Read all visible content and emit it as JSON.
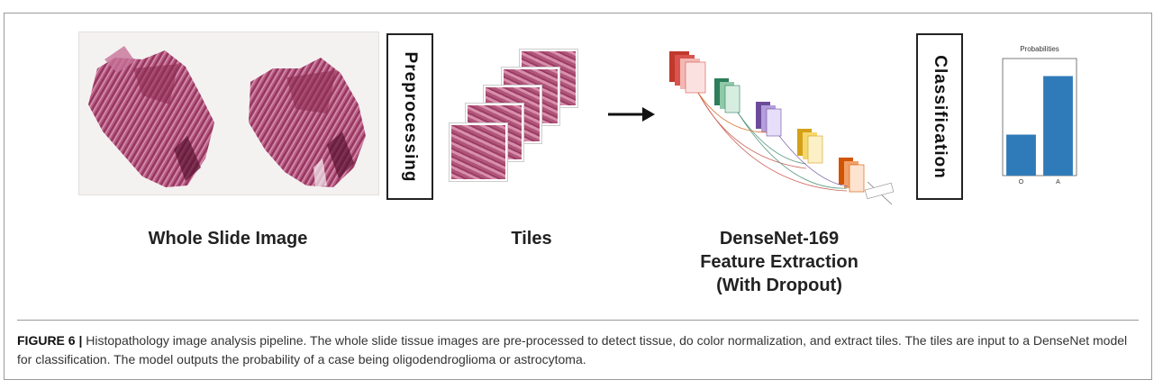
{
  "stages": {
    "wsi_label": "Whole Slide Image",
    "preprocessing_label": "Preprocessing",
    "tiles_label": "Tiles",
    "densenet_line1": "DenseNet-169",
    "densenet_line2": "Feature Extraction",
    "densenet_line3": "(With Dropout)",
    "classification_label": "Classification"
  },
  "chart_data": {
    "type": "bar",
    "title": "Probabilities",
    "categories": [
      "O",
      "A"
    ],
    "values": [
      0.35,
      0.85
    ],
    "ylim": [
      0,
      1
    ],
    "color": "#2f7ab8"
  },
  "caption": {
    "label": "FIGURE 6 |",
    "text": " Histopathology image analysis pipeline. The whole slide tissue images are pre-processed to detect tissue, do color normalization, and extract tiles. The tiles are input to a DenseNet model for classification. The model outputs the probability of a case being oligodendroglioma or astrocytoma."
  },
  "colors": {
    "tissue_dark": "#8e2b52",
    "tissue_mid": "#b65480",
    "tissue_light": "#d99ab4",
    "bar": "#2f7ab8"
  }
}
